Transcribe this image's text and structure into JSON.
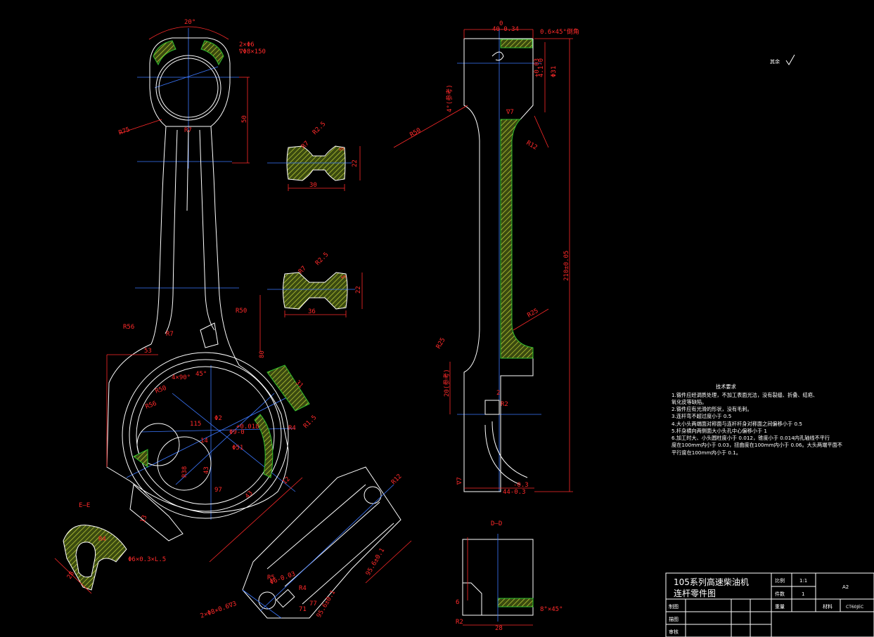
{
  "drawing": {
    "background": "#000000",
    "colors": {
      "outline": "#ffffff",
      "centerline": "#3c78ff",
      "dimension": "#ff2a2a",
      "hatch": "#2fbf2f",
      "hatch_fill": "#a6d23a"
    }
  },
  "front_view": {
    "angle_label": "20°",
    "top_note_1": "2×Φ6",
    "top_note_2": "∇Φ8×150",
    "dim_small_end_to_section": "50",
    "radius_r75": "R75",
    "radius_r7": "R7",
    "radius_r56": "R56",
    "radius_r50": "R50",
    "radius_r7b": "R7",
    "dim_53": "53",
    "dim_80": "80",
    "dim_31": "31",
    "radius_r50b": "R50",
    "radius_r56b": "R56",
    "angle_45": "45°",
    "angle_15": "4×90°",
    "dim_phi9": "Φ9-0",
    "dim_tol": "+0.018",
    "dim_phi1": "Φ2",
    "dim_phi51": "Φ51",
    "dim_r4": "R4",
    "dim_r15": "R1.5",
    "dim_14": "14",
    "dim_115": "115",
    "dim_43": "43",
    "dim_r38": "R38",
    "dim_12": "12",
    "dim_13": "13",
    "dim_97": "97",
    "dim_43b": "43",
    "dim_r12": "R12",
    "dim_r5": "R5"
  },
  "section_upper": {
    "radius_r2": "R2.5",
    "radius_r7": "R7",
    "dim_width": "30",
    "dim_height": "22",
    "dim_web": "5"
  },
  "section_lower": {
    "radius_r2": "R2.5",
    "radius_r7": "R7",
    "dim_width": "36",
    "dim_height": "22",
    "dim_web": "5"
  },
  "cap_view": {
    "dim_len": "95.6±0.1",
    "dim_len2": "95.6±0.1",
    "dim_h1": "R5",
    "bolt_note": "2×Φ8×0.6∇3",
    "dim_hole": "Φ6-0.03",
    "dim_r12": "R12",
    "dim_71": "71",
    "dim_r4": "R4",
    "dim_77": "77"
  },
  "detail_e": {
    "label": "E—E",
    "dim_r": "R4",
    "dim_len": "28",
    "note": "Φ6×0.3×L.5"
  },
  "side_view": {
    "dim_top_0": "0",
    "dim_width": "40-0.34",
    "dim_chamfer": "0.6×45°倒角",
    "dim_h_tol": "+0.03",
    "dim_h_tol2": "4.1-0",
    "dim_phi": "Φ31",
    "dim_angle": "4°(参考)",
    "dim_r50": "R50",
    "dim_rough": "∇7",
    "dim_r12": "R12",
    "dim_total": "210±0.05",
    "dim_r25": "R25",
    "dim_r25b": "R25",
    "dim_20": "20(参考)",
    "dim_r2": "R2",
    "dim_44": "44-0.3",
    "dim_44tol": "-0.3",
    "dim_v7": "∇7",
    "dim_2": "2"
  },
  "section_d": {
    "label": "D—D",
    "dim_6": "6",
    "dim_28": "28",
    "dim_r2": "R2",
    "note_chamfer": "8°×45°"
  },
  "roughness_mark": "其余",
  "tech_requirements": {
    "title": "技术要求",
    "lines": [
      "1.锻件应经调质处理，不加工表面光洁，没有裂缝、折叠、结疤、",
      "  氧化皮等缺陷。",
      "2.锻件应有光滑的形状，没有毛刺。",
      "3.连杆弯不超过度小于 0.5",
      "4.大小头两端面对称面与连杆杆身对称面之间偏移小于  0.5",
      "5.杆身横向两侧面大小头孔中心偏移小于 1",
      "6.加工时大、小头圆柱度小于 0.012，锥度小于 0.014内孔轴线不平行",
      "  度在100mm内小于 0.03，扭曲度在100mm内小于 0.06。大头两端平面不",
      "  平行度在100mm内小于 0.1。"
    ]
  },
  "title_block": {
    "title_line1": "105系列高速柴油机",
    "title_line2": "连杆零件图",
    "scale_label": "比例",
    "scale_value": "1:1",
    "qty_label": "件数",
    "qty_value": "1",
    "sheet_code": "A2",
    "weight_label": "重量",
    "material_label": "材料",
    "material_value": "CT60JEC",
    "drawn_label": "制图",
    "check_label": "描图",
    "review_label": "审核"
  }
}
